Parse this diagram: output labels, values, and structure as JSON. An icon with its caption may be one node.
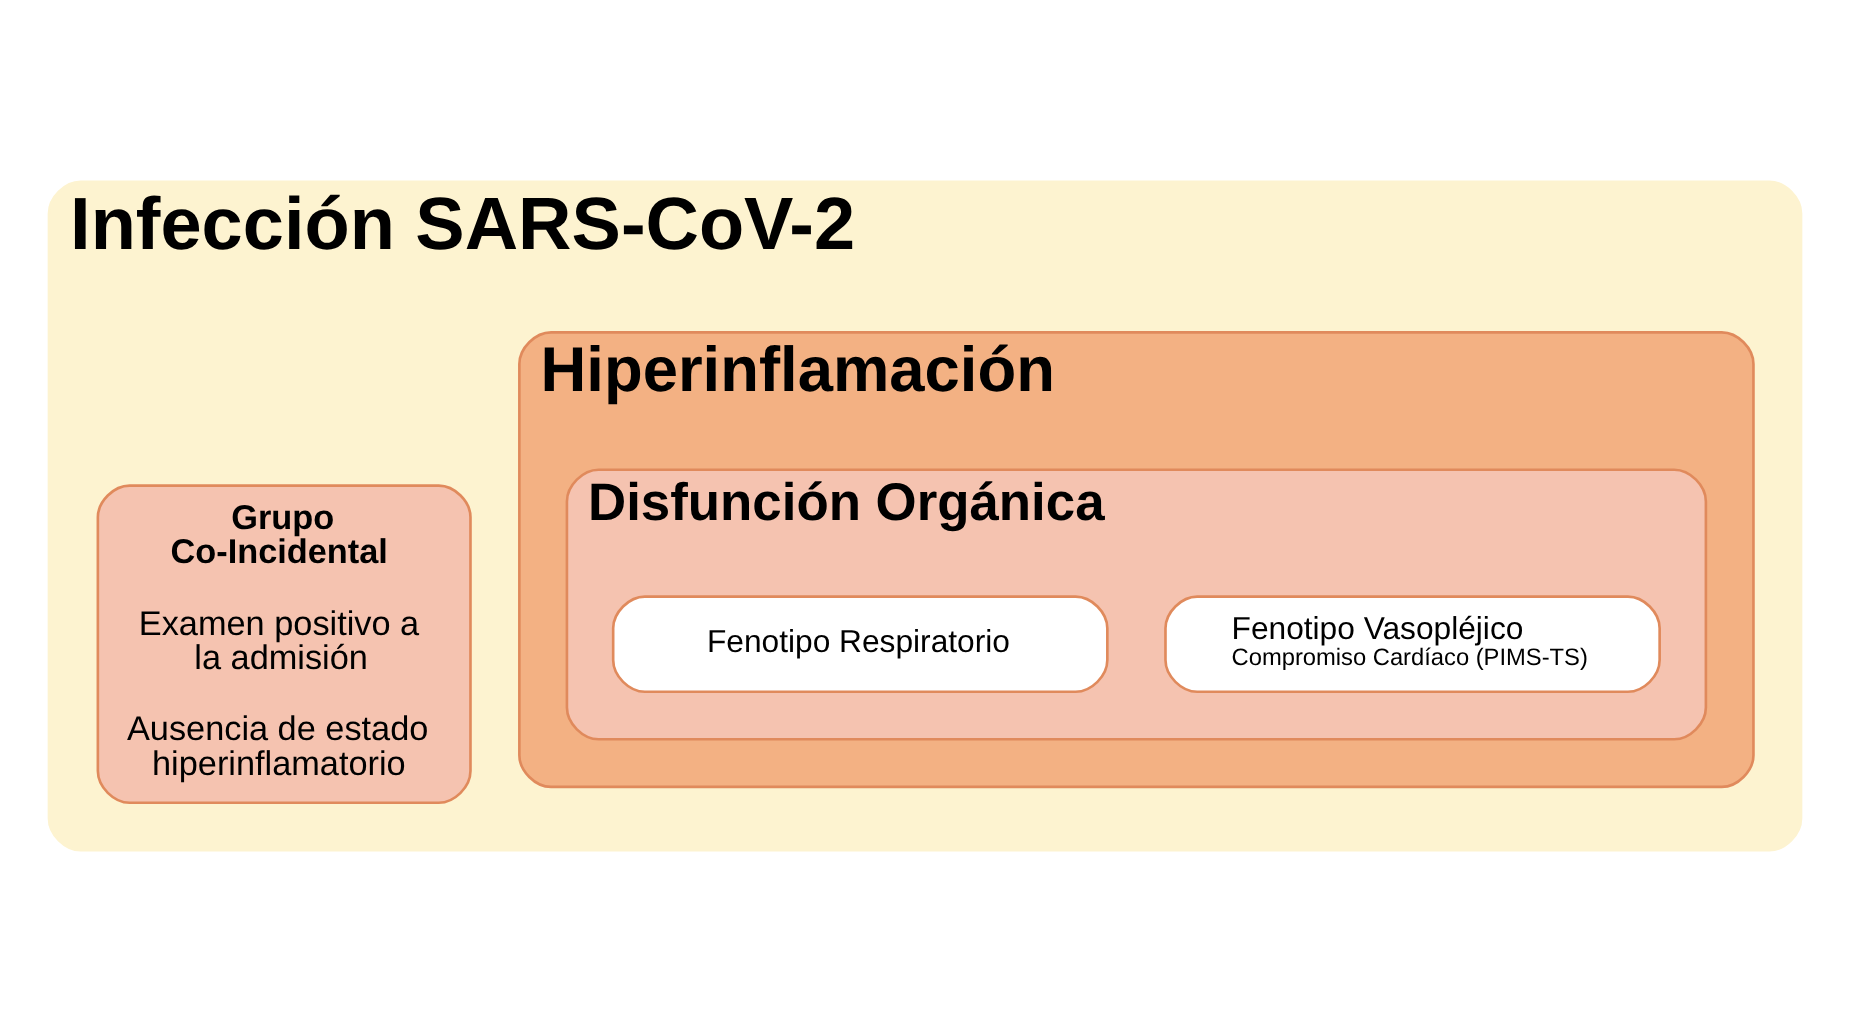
{
  "diagram": {
    "nodes": [
      {
        "text": [
          "Infección SARS-CoV-2"
        ]
      },
      {
        "text": [
          "Grupo Co-Incidental",
          "Examen positivo a la admisión",
          "Ausencia de estado hiperinflamatorio"
        ],
        "in": 0
      },
      {
        "text": [
          "Hiperinflamación"
        ],
        "in": 0
      },
      {
        "text": [
          "Disfunción Orgánica"
        ],
        "in": 2
      },
      {
        "text": [
          "Fenotipo Vasopléjico",
          "Compromiso Cardíaco (PIMS-TS)"
        ],
        "in": 3
      },
      {
        "text": [
          "Fenotipo Respiratorio"
        ],
        "in": 3
      }
    ]
  }
}
